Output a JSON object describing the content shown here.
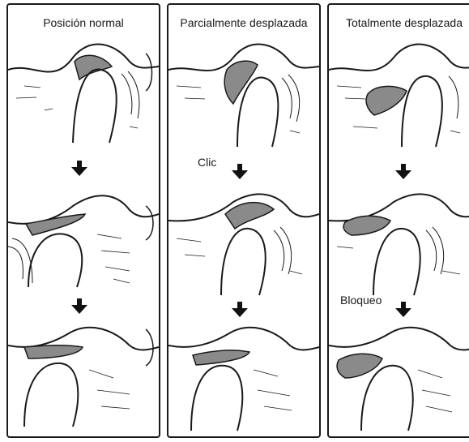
{
  "panels": [
    {
      "title": "Posición normal",
      "labels": []
    },
    {
      "title": "Parcialmente desplazada",
      "labels": [
        "Clic"
      ]
    },
    {
      "title": "Totalmente desplazada",
      "labels": [
        "Bloqueo"
      ]
    }
  ],
  "colors": {
    "ink": "#1a1a1a",
    "disc": "#8a8a8a",
    "background": "#ffffff"
  }
}
